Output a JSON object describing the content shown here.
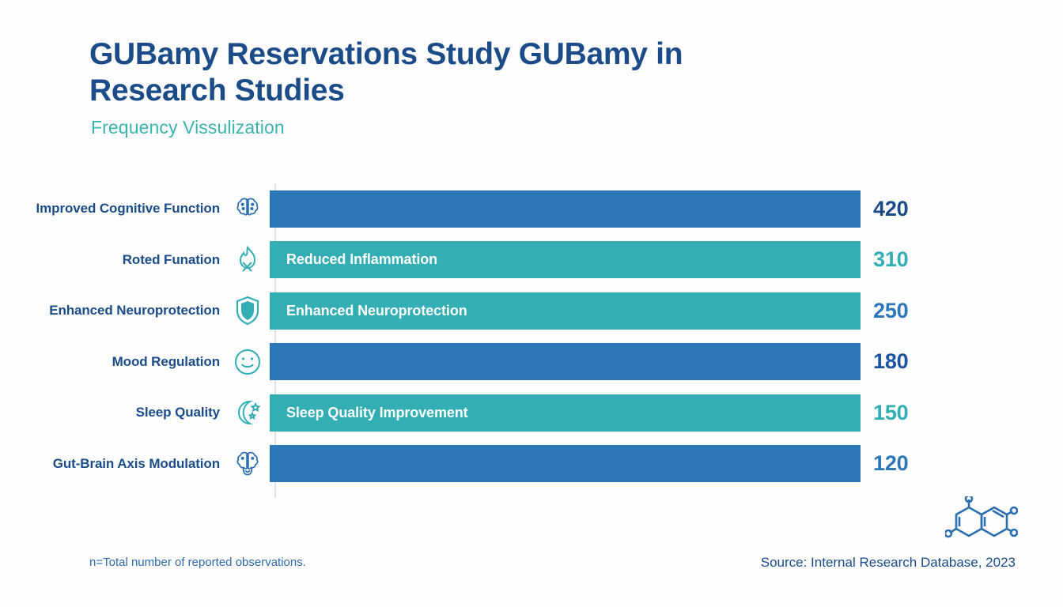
{
  "header": {
    "title": "GUBamy Reservations Study GUBamy in Research Studies",
    "subtitle": "Frequency Vissulization"
  },
  "footer": {
    "note": "n=Total number of reported observations.",
    "source": "Source: Internal Research Database, 2023"
  },
  "colors": {
    "blue": "#2c77b8",
    "teal": "#33aeb4",
    "title_blue": "#1b4c88",
    "subtitle_teal": "#3bb4ae",
    "axis_gray": "#dfe2e6",
    "background": "#fdfdfe"
  },
  "chart_data": {
    "type": "bar",
    "orientation": "horizontal",
    "title": "GUBamy Reservations Study GUBamy in Research Studies",
    "subtitle": "Frequency Vissulization",
    "xlabel": "",
    "ylabel": "",
    "grid": false,
    "legend": "none",
    "categories": [
      "Improved Cognitive Function",
      "Roted Funation",
      "Enhanced Neuroprotection",
      "Mood Regulation",
      "Sleep Quality",
      "Gut-Brain Axis Modulation"
    ],
    "values": [
      420,
      310,
      250,
      180,
      150,
      120
    ],
    "bar_colors": [
      "#2c77b8",
      "#33aeb4",
      "#33aeb4",
      "#2c77b8",
      "#33aeb4",
      "#2c77b8"
    ],
    "value_colors": [
      "#1b4c88",
      "#33aeb4",
      "#2c77b8",
      "#1b55a0",
      "#33aeb4",
      "#2c77b8"
    ],
    "in_bar_labels": [
      "",
      "Reduced Inflammation",
      "Enhanced Neuroprotection",
      "",
      "Sleep Quality Improvement",
      ""
    ],
    "icons": [
      "brain-icon",
      "flame-no-icon",
      "shield-icon",
      "smiley-icon",
      "moon-stars-icon",
      "gut-brain-icon"
    ],
    "note": "All bars are rendered at equal full width regardless of value"
  },
  "decoration": {
    "molecule": "molecule-icon"
  }
}
